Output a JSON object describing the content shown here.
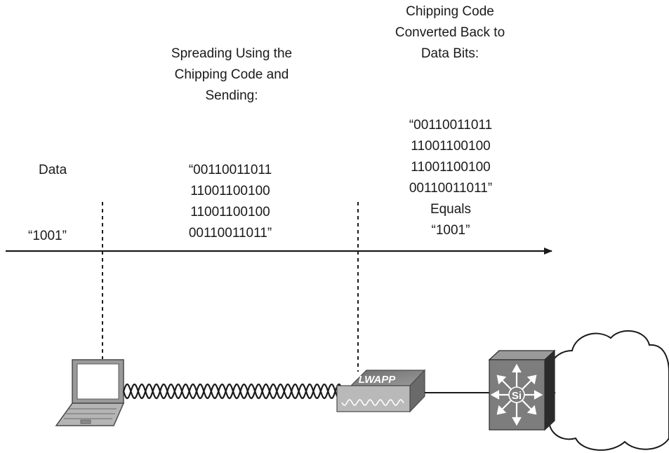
{
  "labels": {
    "data_heading": "Data",
    "data_value": "“1001”",
    "spreading_heading": [
      "Spreading Using the",
      "Chipping Code and",
      "Sending:"
    ],
    "spreading_bits": [
      "“00110011011",
      "11001100100",
      "11001100100",
      "00110011011”"
    ],
    "converted_heading": [
      "Chipping Code",
      "Converted Back to",
      "Data Bits:"
    ],
    "converted_bits": [
      "“00110011011",
      "11001100100",
      "11001100100",
      "00110011011”"
    ],
    "equals_label": "Equals",
    "result_value": "“1001”",
    "ap_label": "LWAPP",
    "switch_label": "Si"
  },
  "icons": {
    "laptop": "laptop-icon",
    "wave": "wireless-wave-icon",
    "access_point": "access-point-icon",
    "switch": "multilayer-switch-icon",
    "cloud": "cloud-icon"
  },
  "colors": {
    "line": "#1a1a1a",
    "device_gray": "#8a8a8a",
    "device_light": "#c8c8c8",
    "device_dark": "#5a5a5a",
    "switch_face": "#7d7d7d",
    "switch_side": "#2b2b2b"
  }
}
